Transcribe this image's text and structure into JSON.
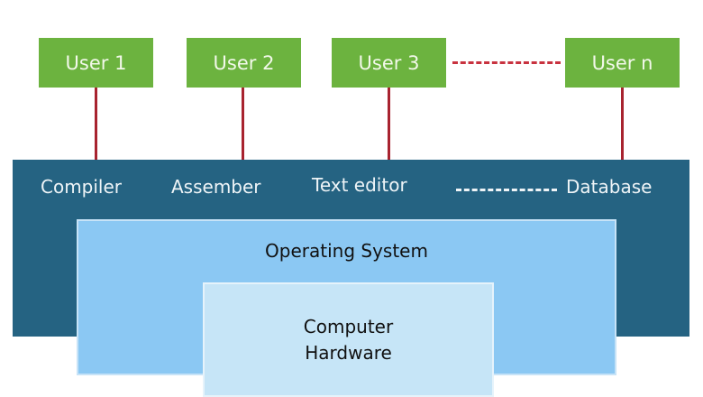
{
  "users": [
    "User 1",
    "User 2",
    "User 3",
    "User n"
  ],
  "applications": [
    "Compiler",
    "Assember",
    "Text editor",
    "Database"
  ],
  "operating_system": "Operating System",
  "hardware": {
    "line1": "Computer",
    "line2": "Hardware"
  },
  "colors": {
    "user_box": "#6cb33f",
    "connector": "#a8232f",
    "applications_layer": "#256382",
    "os_layer": "#8bc8f3",
    "hardware_layer": "#c6e5f7"
  }
}
